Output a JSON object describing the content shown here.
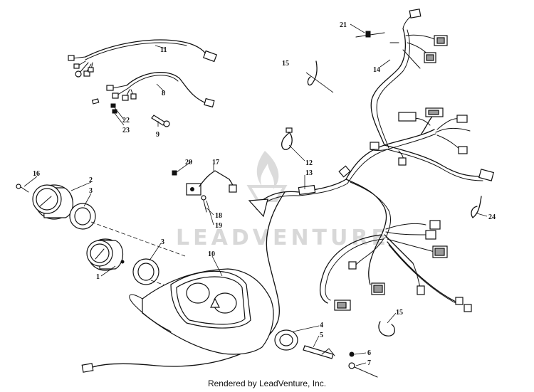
{
  "watermark": {
    "brand_text": "LEADVENTURE"
  },
  "footer": {
    "rendered_by": "Rendered by LeadVenture, Inc."
  },
  "callouts": {
    "c1": "1",
    "c2": "2",
    "c3a": "3",
    "c3b": "3",
    "c4": "4",
    "c5": "5",
    "c6": "6",
    "c7": "7",
    "c8": "8",
    "c9": "9",
    "c10": "10",
    "c11": "11",
    "c12": "12",
    "c13": "13",
    "c14": "14",
    "c15a": "15",
    "c15b": "15",
    "c16": "16",
    "c17": "17",
    "c18": "18",
    "c19": "19",
    "c20": "20",
    "c21": "21",
    "c22": "22",
    "c23": "23",
    "c24": "24"
  }
}
